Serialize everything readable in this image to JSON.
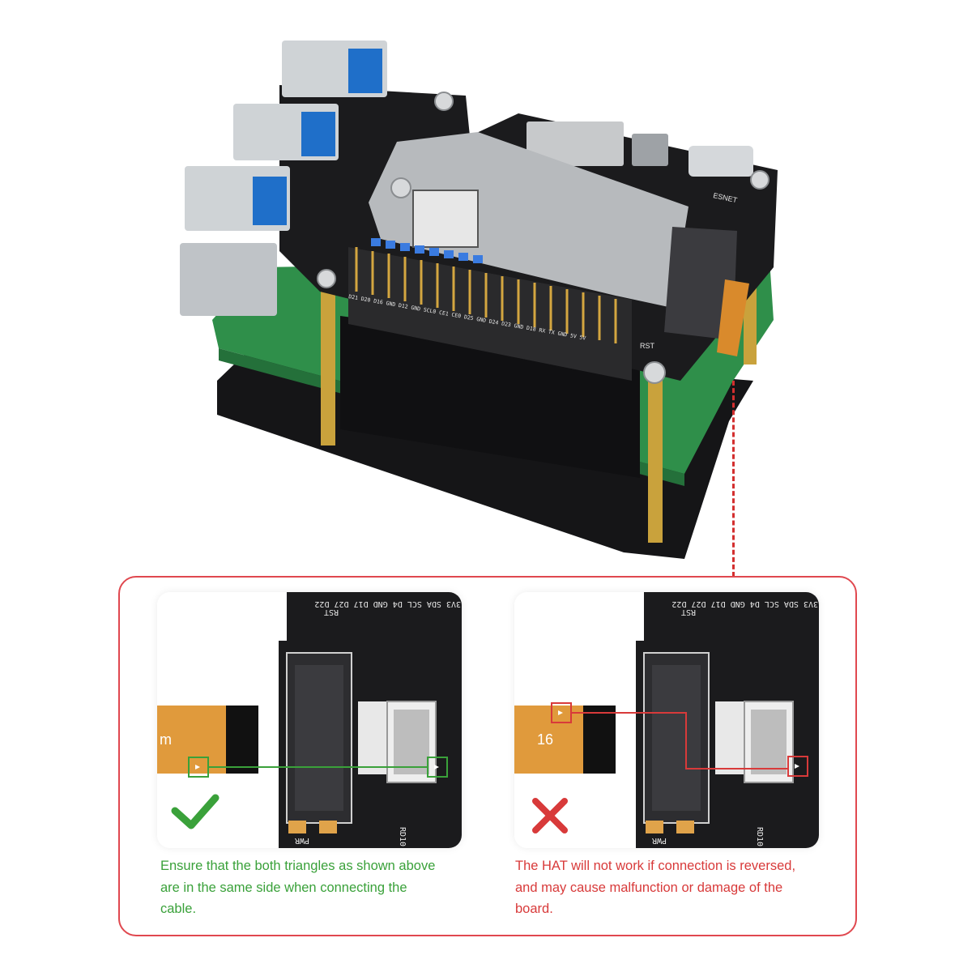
{
  "hero": {
    "pin_labels_row": "D21 D20 D16 GND D12 GND SCL0 CE1 CE0 D25 GND D24 D23 GND D18 RX TX GND 5V 5V",
    "rst_label": "RST",
    "tag_label": "ESNET"
  },
  "panel": {
    "correct": {
      "board_labels": {
        "pins": "3V3 SDA SCL D4 GND D17 D27 D22",
        "rst": "RST",
        "pwr": "PWR",
        "rd": "RD10"
      },
      "cable_text": "m",
      "caption": "Ensure that the both triangles as shown above are in the same side when connecting the cable.",
      "caption_lines": [
        "Ensure that the both triangles as shown above",
        "are in the same side when connecting the",
        "cable."
      ],
      "mark": "check",
      "color": "#3aa13a"
    },
    "wrong": {
      "board_labels": {
        "pins": "3V3 SDA SCL D4 GND D17 D27 D22",
        "rst": "RST",
        "pwr": "PWR",
        "rd": "RD10"
      },
      "cable_text": "16",
      "caption": "The HAT will not work if connection is reversed, and may cause malfunction or damage of the board.",
      "caption_lines": [
        "The HAT will not work if connection is reversed,",
        "and may cause malfunction or damage of the",
        "board."
      ],
      "mark": "cross",
      "color": "#d83a3a"
    }
  },
  "colors": {
    "panel_border": "#e0484f",
    "good": "#3aa13a",
    "bad": "#d83a3a",
    "pcb_black": "#1b1b1d",
    "pcb_green": "#2f8f4a",
    "cable_orange": "#e09a3c",
    "usb_blue": "#1f6fc9"
  },
  "icons": [
    "check-icon",
    "cross-icon",
    "triangle-marker-icon"
  ]
}
